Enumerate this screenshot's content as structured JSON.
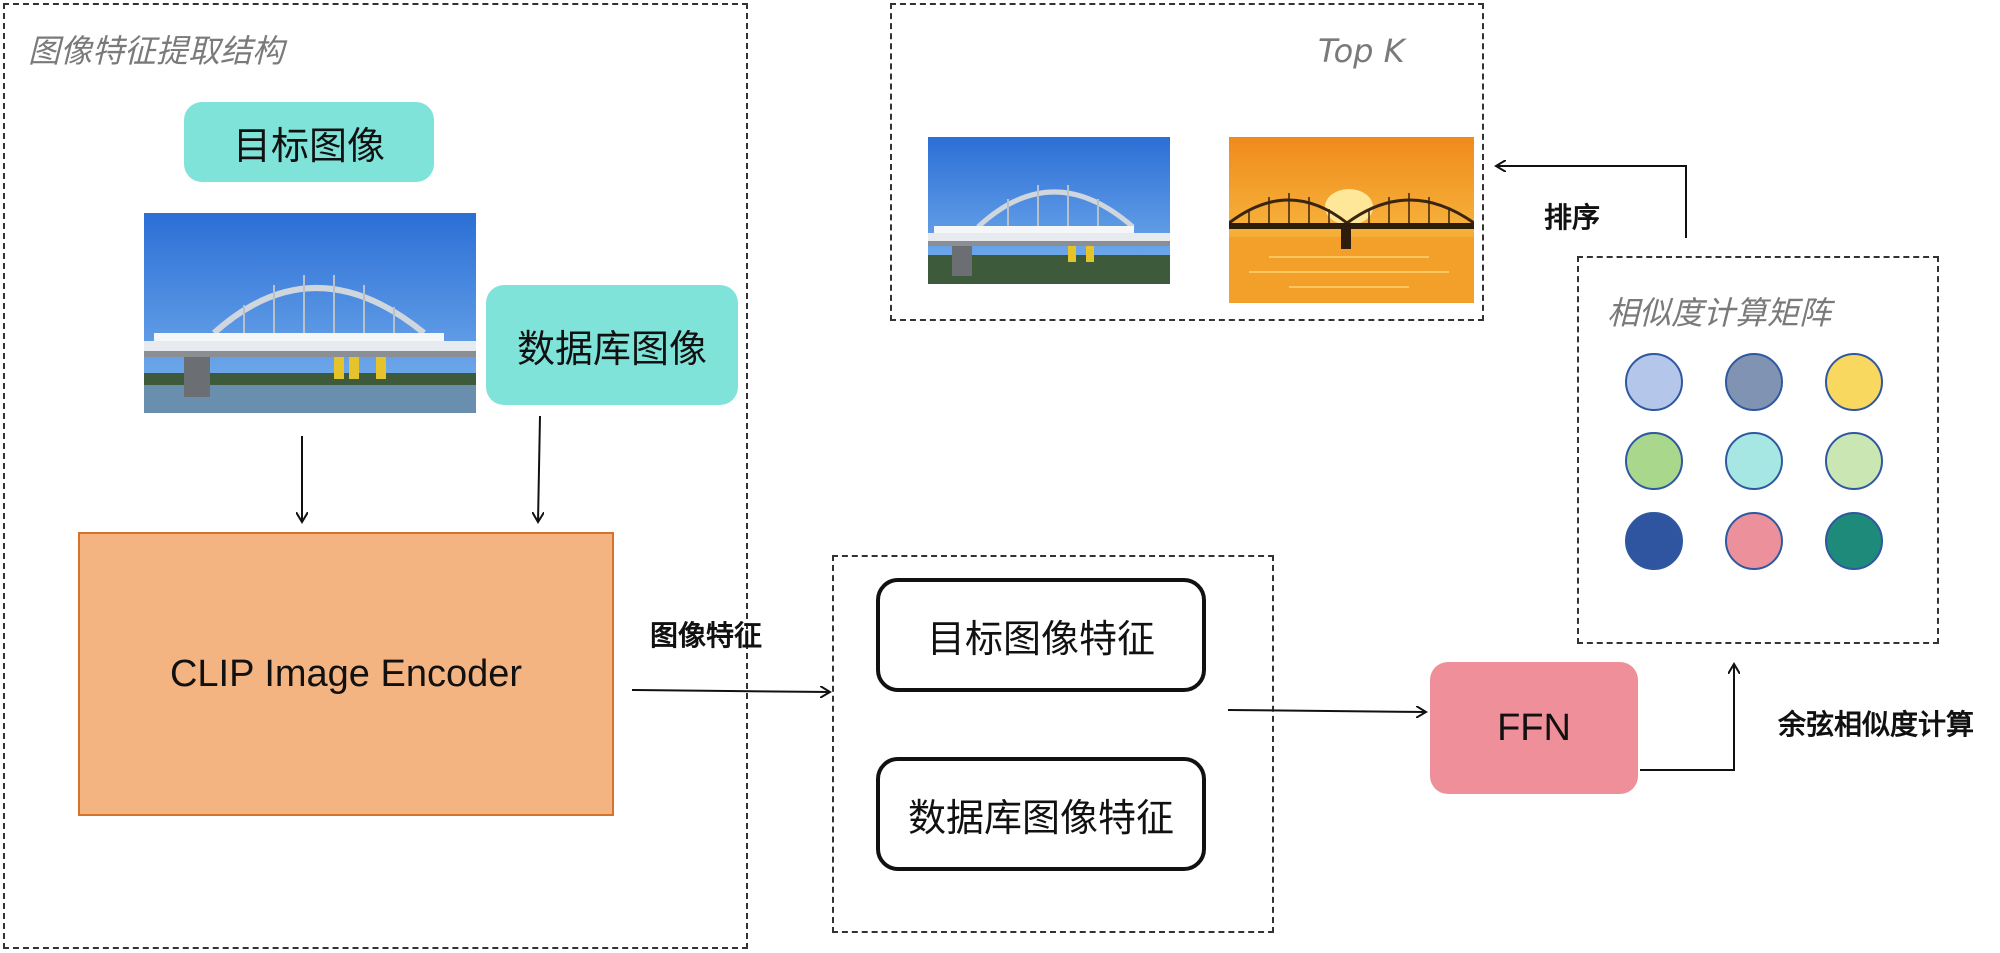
{
  "left_group": {
    "title": "图像特征提取结构",
    "target_image_label": "目标图像",
    "database_image_label": "数据库图像",
    "encoder_label": "CLIP Image Encoder"
  },
  "edge_label_features": "图像特征",
  "features_group": {
    "target_features": "目标图像特征",
    "database_features": "数据库图像特征"
  },
  "ffn_label": "FFN",
  "cosine_label": "余弦相似度计算",
  "similarity_group": {
    "title": "相似度计算矩阵",
    "circle_colors": [
      "#b4c6ea",
      "#8093b2",
      "#f9d860",
      "#a9d78c",
      "#a7e7e3",
      "#c9e6b3",
      "#2f55a0",
      "#ec909c",
      "#1e8a7a"
    ]
  },
  "sort_label": "排序",
  "topk_group": {
    "title": "Top K"
  },
  "colors": {
    "teal": "#7fe3da",
    "encoder_fill": "#f4b482",
    "encoder_border": "#d6722a",
    "ffn_fill": "#ee8f99"
  }
}
